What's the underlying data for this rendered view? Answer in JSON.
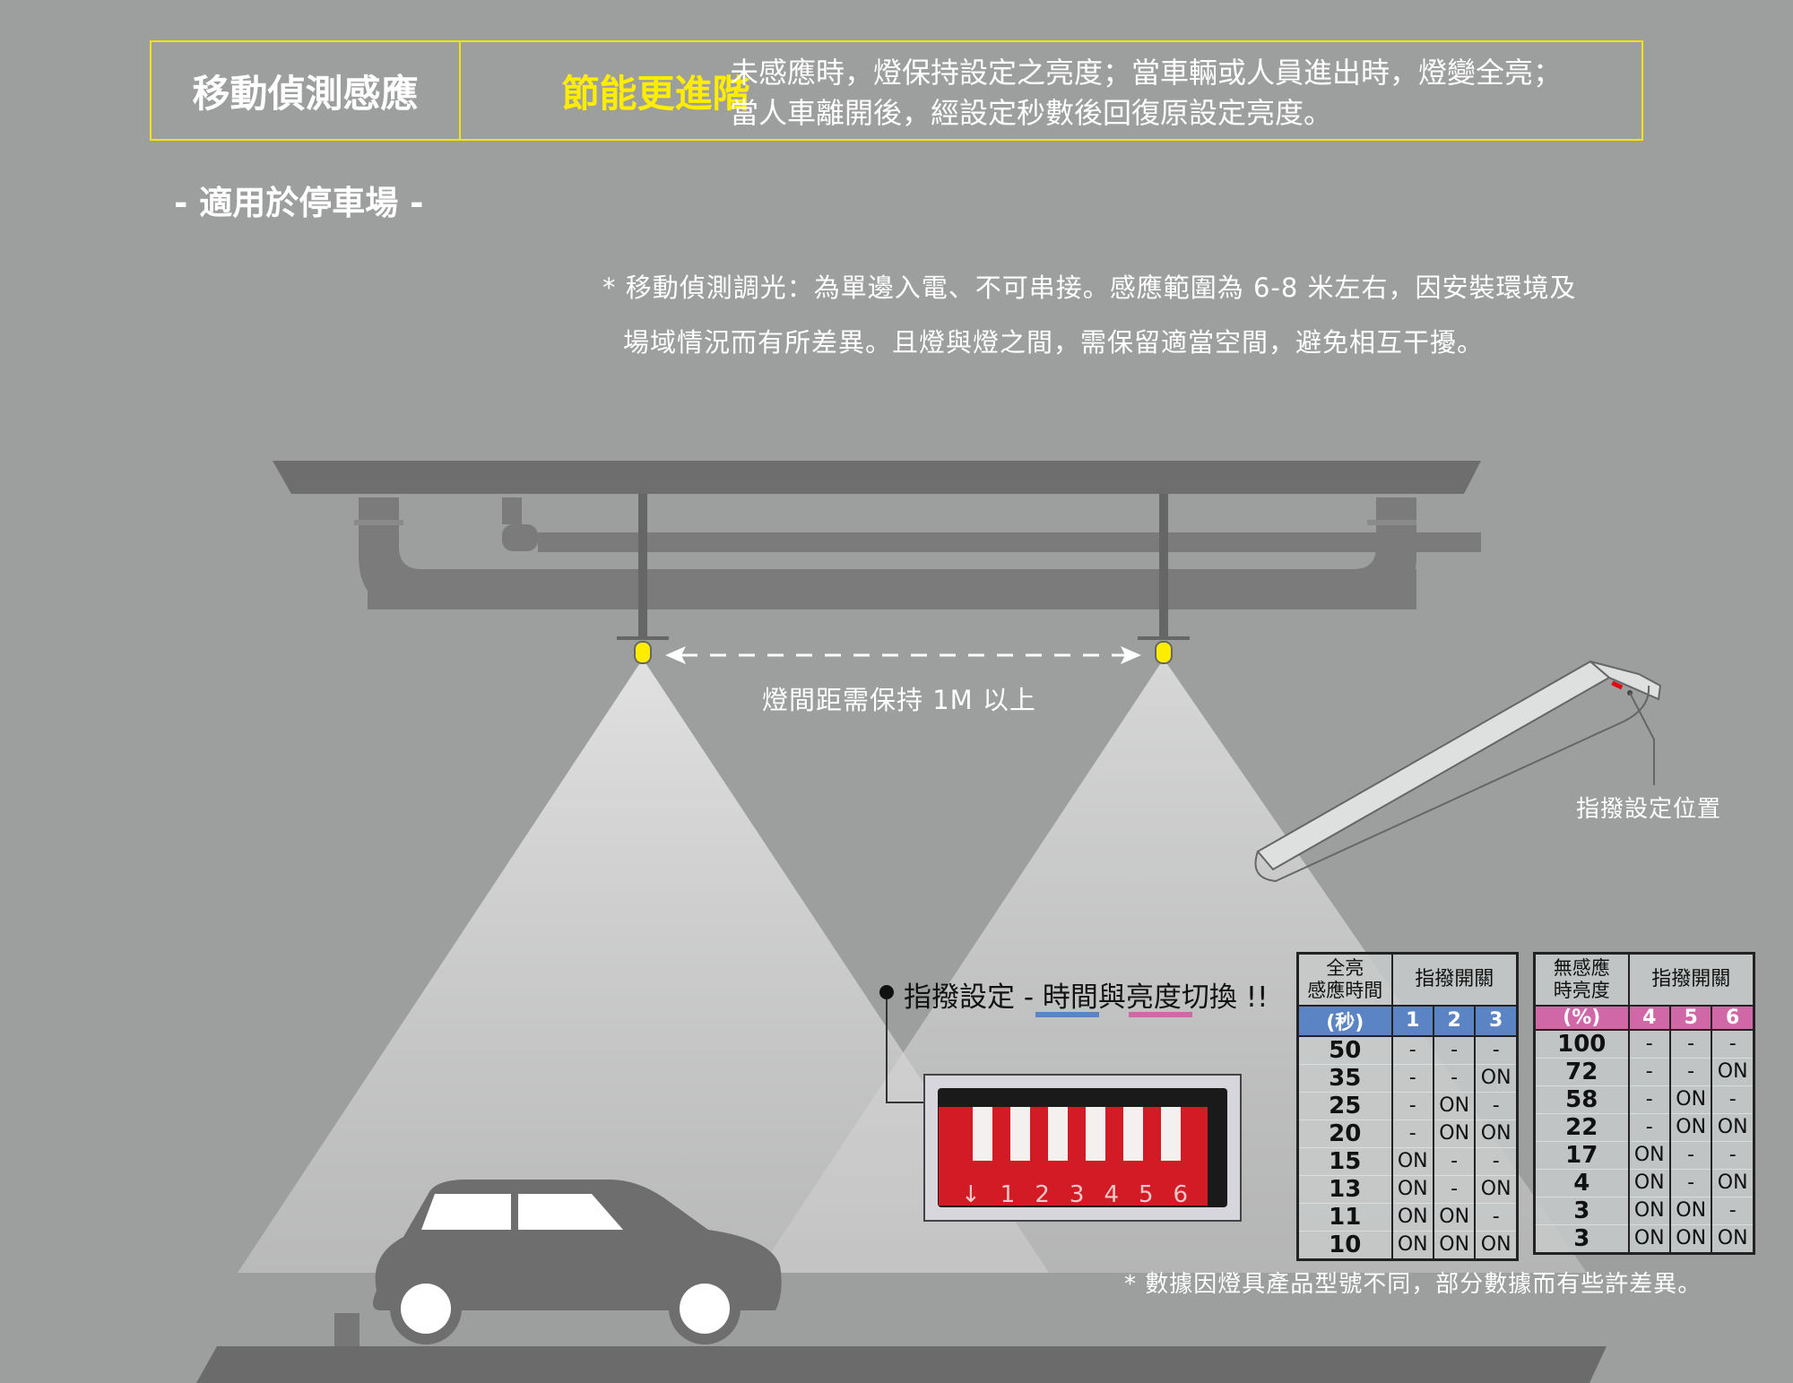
{
  "header": {
    "title": "移動偵測感應",
    "highlight": "節能更進階",
    "description_line1": "未感應時，燈保持設定之亮度；當車輛或人員進出時，燈變全亮；",
    "description_line2": "當人車離開後，經設定秒數後回復原設定亮度。"
  },
  "subtitle": "- 適用於停車場 -",
  "notes": {
    "line1": "* 移動偵測調光：為單邊入電、不可串接。感應範圍為 6-8 米左右，因安裝環境及",
    "line2": "場域情況而有所差異。且燈與燈之間，需保留適當空間，避免相互干擾。"
  },
  "spacing_label": "燈間距需保持 1M 以上",
  "fixture_label": "指撥設定位置",
  "dip": {
    "label_prefix": "指撥設定 - ",
    "label_time": "時間",
    "label_mid": "與",
    "label_bright": "亮度",
    "label_suffix": "切換 !!",
    "numbers": [
      "1",
      "2",
      "3",
      "4",
      "5",
      "6"
    ]
  },
  "colors": {
    "accent": "#ffed00",
    "time": "#5b84c4",
    "brightness": "#d067a6"
  },
  "time_table": {
    "head1": "全亮",
    "head2": "感應時間",
    "unit": "(秒)",
    "switch_head": "指撥開關",
    "switches": [
      "1",
      "2",
      "3"
    ],
    "rows": [
      [
        "50",
        "-",
        "-",
        "-"
      ],
      [
        "35",
        "-",
        "-",
        "ON"
      ],
      [
        "25",
        "-",
        "ON",
        "-"
      ],
      [
        "20",
        "-",
        "ON",
        "ON"
      ],
      [
        "15",
        "ON",
        "-",
        "-"
      ],
      [
        "13",
        "ON",
        "-",
        "ON"
      ],
      [
        "11",
        "ON",
        "ON",
        "-"
      ],
      [
        "10",
        "ON",
        "ON",
        "ON"
      ]
    ]
  },
  "bright_table": {
    "head1": "無感應",
    "head2": "時亮度",
    "unit": "(%)",
    "switch_head": "指撥開關",
    "switches": [
      "4",
      "5",
      "6"
    ],
    "rows": [
      [
        "100",
        "-",
        "-",
        "-"
      ],
      [
        "72",
        "-",
        "-",
        "ON"
      ],
      [
        "58",
        "-",
        "ON",
        "-"
      ],
      [
        "22",
        "-",
        "ON",
        "ON"
      ],
      [
        "17",
        "ON",
        "-",
        "-"
      ],
      [
        "4",
        "ON",
        "-",
        "ON"
      ],
      [
        "3",
        "ON",
        "ON",
        "-"
      ],
      [
        "3",
        "ON",
        "ON",
        "ON"
      ]
    ]
  },
  "footer_note": "* 數據因燈具產品型號不同，部分數據而有些許差異。"
}
